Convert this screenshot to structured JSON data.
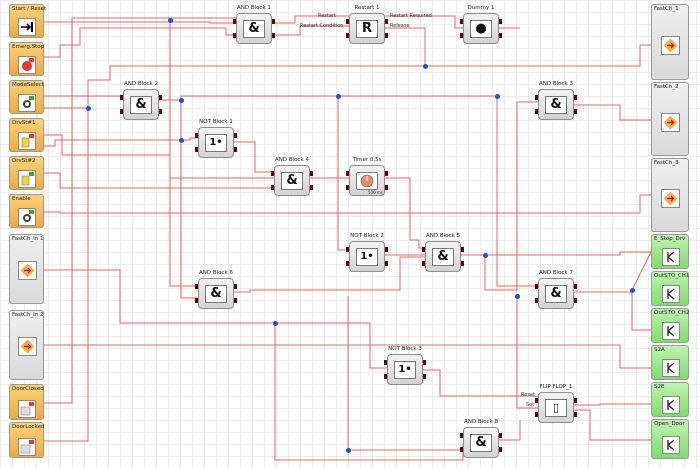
{
  "inputs": [
    {
      "label": "Start / Reset",
      "icon": "arrow-right-bar-icon"
    },
    {
      "label": "Emerg.Stop",
      "icon": "emergency-stop-icon"
    },
    {
      "label": "ModeSelect",
      "icon": "mode-select-icon"
    },
    {
      "label": "DrvSt#1",
      "icon": "drive-status-icon"
    },
    {
      "label": "DrvSt#2",
      "icon": "drive-status-icon"
    },
    {
      "label": "Enable",
      "icon": "enable-icon"
    },
    {
      "label": "FastCh_In 1",
      "icon": "fast-channel-in-icon"
    },
    {
      "label": "FastCh_In 2",
      "icon": "fast-channel-in-icon"
    },
    {
      "label": "DoorClosed",
      "icon": "door-switch-icon"
    },
    {
      "label": "DoorLocked",
      "icon": "door-switch-icon"
    }
  ],
  "outputs": [
    {
      "label": "FastCh_1",
      "icon": "fast-channel-out-icon"
    },
    {
      "label": "FastCh_2",
      "icon": "fast-channel-out-icon"
    },
    {
      "label": "FastCh_3",
      "icon": "fast-channel-out-icon"
    },
    {
      "label": "E_Stop_Drv",
      "icon": "relay-output-icon"
    },
    {
      "label": "OutSTO_CH1",
      "icon": "relay-output-icon"
    },
    {
      "label": "OutSTO_CH2",
      "icon": "relay-output-icon"
    },
    {
      "label": "S2A",
      "icon": "relay-output-icon"
    },
    {
      "label": "S2E",
      "icon": "relay-output-icon"
    },
    {
      "label": "Open_Door",
      "icon": "relay-output-icon"
    }
  ],
  "blocks": {
    "and1": {
      "label": "AND Block 1",
      "symbol": "&"
    },
    "restart": {
      "label": "Restart 1",
      "symbol": "R",
      "in1": "Restart",
      "in2": "Restart Condition",
      "out1": "Restart Required",
      "out2": "Release"
    },
    "dummy": {
      "label": "Dummy 1",
      "symbol": "●"
    },
    "and2": {
      "label": "AND Block 2",
      "symbol": "&"
    },
    "and3": {
      "label": "AND Block 3",
      "symbol": "&"
    },
    "not1": {
      "label": "NOT Block 1",
      "symbol": "1•"
    },
    "and4": {
      "label": "AND Block 4",
      "symbol": "&"
    },
    "timer": {
      "label": "Timer 0,5s",
      "symbol": "",
      "sub": "500 ms"
    },
    "not2": {
      "label": "NOT Block 2",
      "symbol": "1•"
    },
    "and5": {
      "label": "AND Block 5",
      "symbol": "&"
    },
    "and6": {
      "label": "AND Block 6",
      "symbol": "&"
    },
    "and7": {
      "label": "AND Block 7",
      "symbol": "&"
    },
    "not3": {
      "label": "NOT Block 3",
      "symbol": "1•"
    },
    "flipflop": {
      "label": "FLIP FLOP_1",
      "symbol": "▯",
      "in1": "Reset",
      "in2": "Set"
    },
    "and8": {
      "label": "AND Block 8",
      "symbol": "&"
    }
  },
  "colors": {
    "wire": "#e06666",
    "junction": "#1f4fd8",
    "input_fill": "#f5b13d",
    "output_green": "#8de47a",
    "output_gray": "#dcdcdc"
  }
}
